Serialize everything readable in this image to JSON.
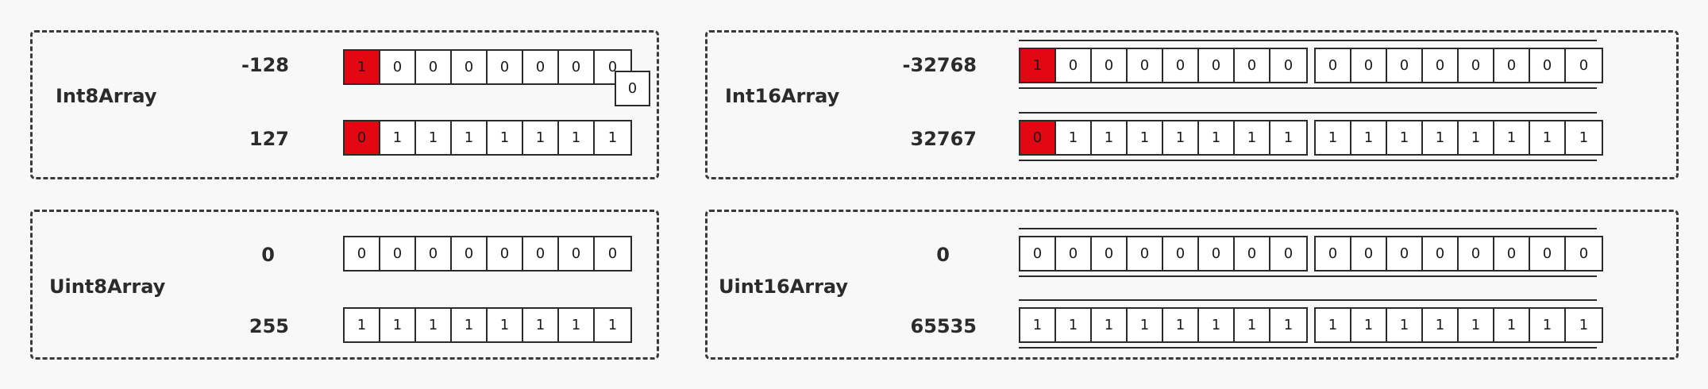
{
  "panels": {
    "int8": {
      "title": "Int8Array",
      "rows": [
        {
          "value": "-128",
          "bits": [
            "1",
            "0",
            "0",
            "0",
            "0",
            "0",
            "0",
            "0"
          ],
          "sign_bit": true,
          "overflow_bit": "0"
        },
        {
          "value": "127",
          "bits": [
            "0",
            "1",
            "1",
            "1",
            "1",
            "1",
            "1",
            "1"
          ],
          "sign_bit": true
        }
      ]
    },
    "uint8": {
      "title": "Uint8Array",
      "rows": [
        {
          "value": "0",
          "bits": [
            "0",
            "0",
            "0",
            "0",
            "0",
            "0",
            "0",
            "0"
          ],
          "sign_bit": false
        },
        {
          "value": "255",
          "bits": [
            "1",
            "1",
            "1",
            "1",
            "1",
            "1",
            "1",
            "1"
          ],
          "sign_bit": false
        }
      ]
    },
    "int16": {
      "title": "Int16Array",
      "rows": [
        {
          "value": "-32768",
          "high_byte": [
            "1",
            "0",
            "0",
            "0",
            "0",
            "0",
            "0",
            "0"
          ],
          "low_byte": [
            "0",
            "0",
            "0",
            "0",
            "0",
            "0",
            "0",
            "0"
          ],
          "sign_bit": true
        },
        {
          "value": "32767",
          "high_byte": [
            "0",
            "1",
            "1",
            "1",
            "1",
            "1",
            "1",
            "1"
          ],
          "low_byte": [
            "1",
            "1",
            "1",
            "1",
            "1",
            "1",
            "1",
            "1"
          ],
          "sign_bit": true
        }
      ]
    },
    "uint16": {
      "title": "Uint16Array",
      "rows": [
        {
          "value": "0",
          "high_byte": [
            "0",
            "0",
            "0",
            "0",
            "0",
            "0",
            "0",
            "0"
          ],
          "low_byte": [
            "0",
            "0",
            "0",
            "0",
            "0",
            "0",
            "0",
            "0"
          ],
          "sign_bit": false
        },
        {
          "value": "65535",
          "high_byte": [
            "1",
            "1",
            "1",
            "1",
            "1",
            "1",
            "1",
            "1"
          ],
          "low_byte": [
            "1",
            "1",
            "1",
            "1",
            "1",
            "1",
            "1",
            "1"
          ],
          "sign_bit": false
        }
      ]
    }
  },
  "colors": {
    "sign_bit": "#e30613",
    "border": "#2b2b2b",
    "background": "#f8f8f8"
  }
}
